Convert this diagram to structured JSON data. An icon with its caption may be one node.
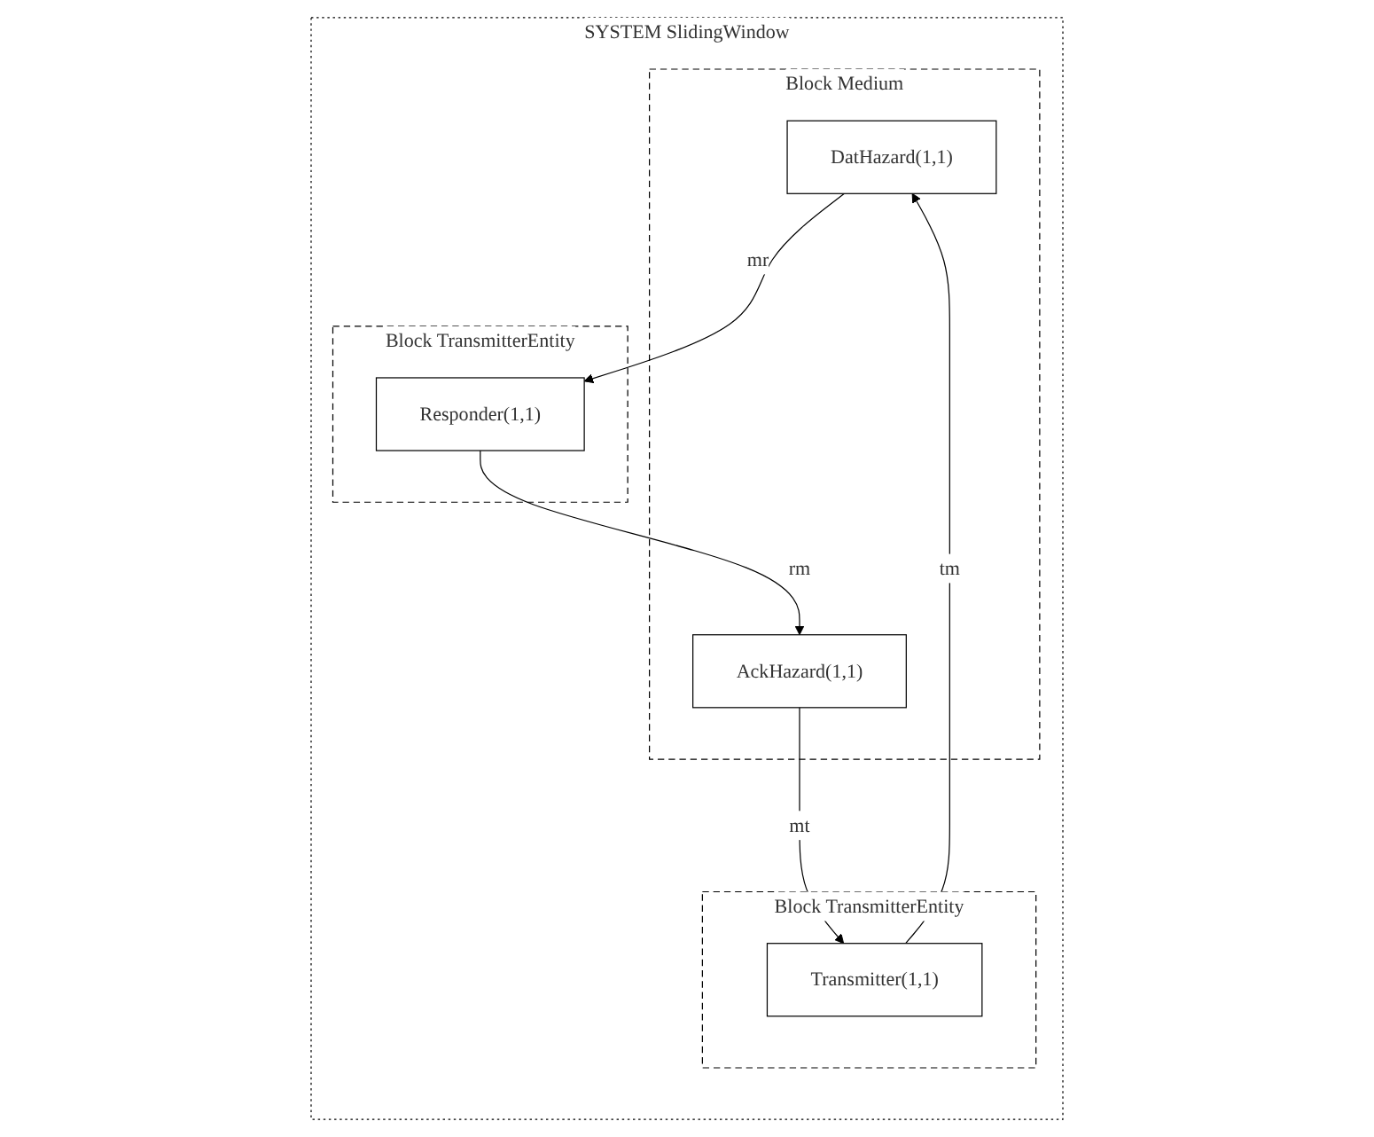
{
  "diagram": {
    "nodes": [
      {
        "text": [
          "SYSTEM SlidingWindow"
        ]
      },
      {
        "text": [
          "Block TransmitterEntity"
        ],
        "in": 0
      },
      {
        "text": [
          "Transmitter(1,1)"
        ],
        "in": 1
      },
      {
        "text": [
          "Block TransmitterEntity"
        ],
        "in": 0
      },
      {
        "text": [
          "Responder(1,1)"
        ],
        "in": 3
      },
      {
        "text": [
          "Block Medium"
        ],
        "in": 0
      },
      {
        "text": [
          "DatHazard(1,1)"
        ],
        "in": 5
      },
      {
        "text": [
          "AckHazard(1,1)"
        ],
        "in": 5
      }
    ],
    "edges": [
      {
        "from": 2,
        "to": 6,
        "arrow": "to",
        "label": "tm"
      },
      {
        "from": 6,
        "to": 4,
        "arrow": "to",
        "label": "mr"
      },
      {
        "from": 7,
        "to": 2,
        "arrow": "to",
        "label": "mt"
      },
      {
        "from": 4,
        "to": 7,
        "arrow": "to",
        "label": "rm"
      }
    ]
  }
}
